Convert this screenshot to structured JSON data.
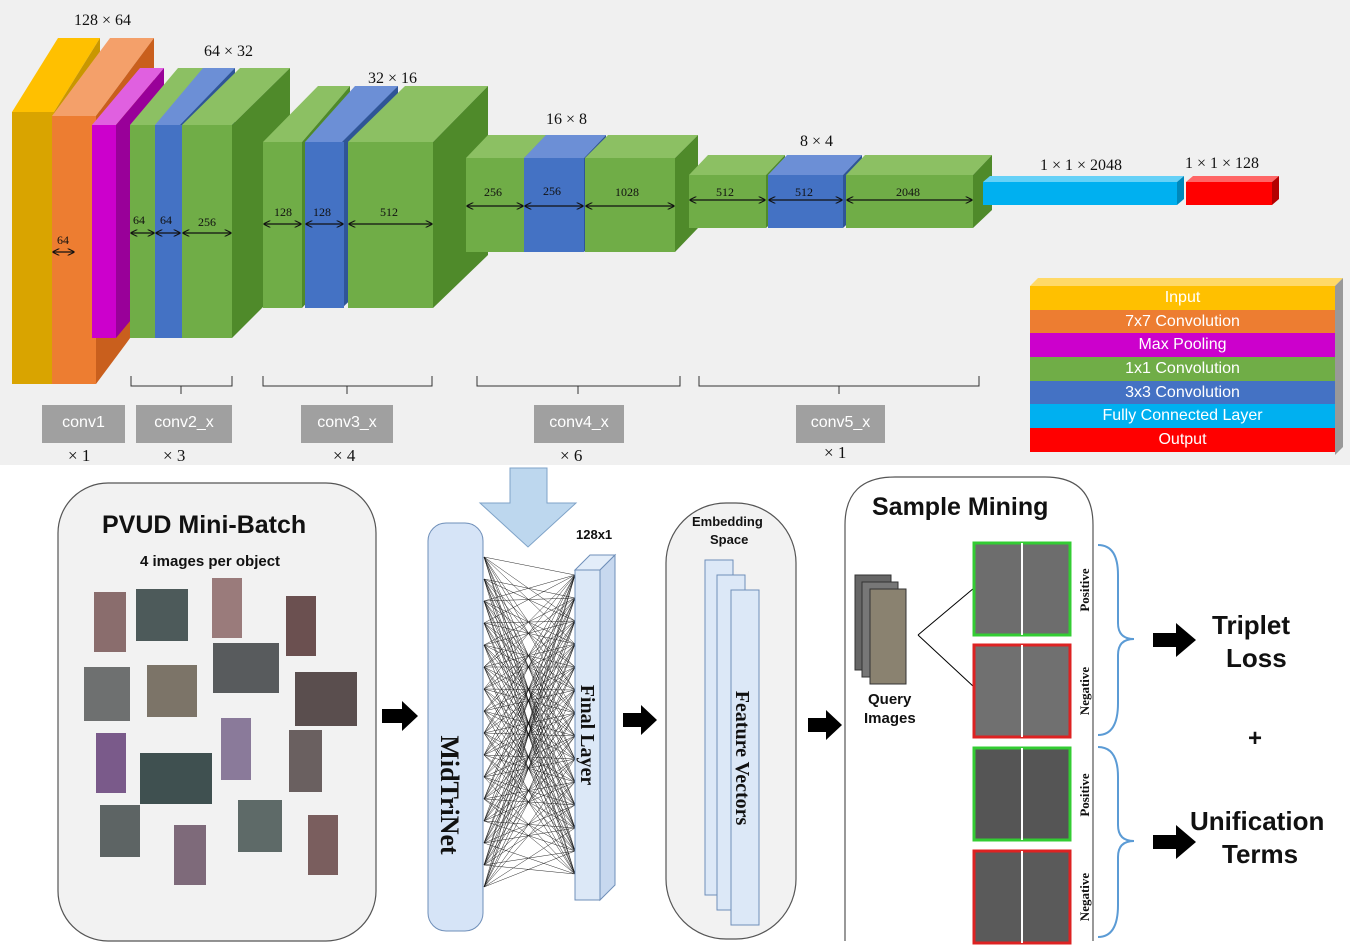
{
  "network": {
    "dims": {
      "d128x64": "128 × 64",
      "d64x32": "64 × 32",
      "d32x16": "32 × 16",
      "d16x8": "16 × 8",
      "d8x4": "8 × 4",
      "fc": "1 × 1 × 2048",
      "out": "1 × 1 × 128"
    },
    "channels": {
      "c1": "64",
      "c2a": "64",
      "c2b": "64",
      "c2c": "256",
      "c3a": "128",
      "c3b": "128",
      "c3c": "512",
      "c4a": "256",
      "c4b": "256",
      "c4c": "1028",
      "c5a": "512",
      "c5b": "512",
      "c5c": "2048"
    },
    "stages": [
      {
        "name": "conv1",
        "reps": "× 1"
      },
      {
        "name": "conv2_x",
        "reps": "× 3"
      },
      {
        "name": "conv3_x",
        "reps": "× 4"
      },
      {
        "name": "conv4_x",
        "reps": "× 6"
      },
      {
        "name": "conv5_x",
        "reps": "× 1"
      }
    ]
  },
  "legend": [
    {
      "label": "Input",
      "color": "#ffc000"
    },
    {
      "label": "7x7 Convolution",
      "color": "#ed7d31"
    },
    {
      "label": "Max Pooling",
      "color": "#cc00cc"
    },
    {
      "label": "1x1 Convolution",
      "color": "#70ad47"
    },
    {
      "label": "3x3 Convolution",
      "color": "#4472c4"
    },
    {
      "label": "Fully Connected Layer",
      "color": "#00b0f0"
    },
    {
      "label": "Output",
      "color": "#ff0000"
    }
  ],
  "pipeline": {
    "batch_title": "PVUD Mini-Batch",
    "batch_subtitle": "4 images per object",
    "network_name": "MidTriNet",
    "final_layer": "Final Layer",
    "final_dim": "128x1",
    "embedding_title_1": "Embedding",
    "embedding_title_2": "Space",
    "feature_vectors": "Feature Vectors",
    "mining_title": "Sample Mining",
    "query_1": "Query",
    "query_2": "Images",
    "positive": "Positive",
    "negative": "Negative",
    "triplet_1": "Triplet",
    "triplet_2": "Loss",
    "plus": "+",
    "unif_1": "Unification",
    "unif_2": "Terms"
  }
}
